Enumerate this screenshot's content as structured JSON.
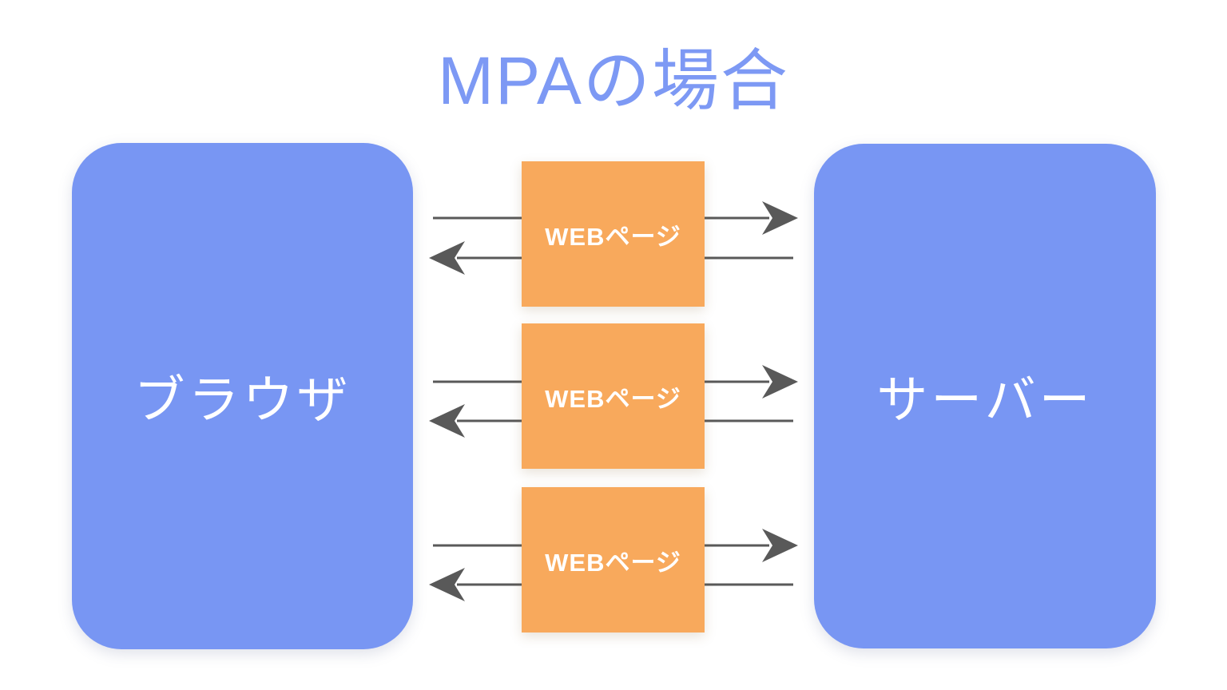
{
  "title": "MPAの場合",
  "nodes": {
    "browser": "ブラウザ",
    "server": "サーバー"
  },
  "exchanges": [
    {
      "label": "WEBページ",
      "request_arrow": "browser-to-server",
      "response_arrow": "server-to-browser"
    },
    {
      "label": "WEBページ",
      "request_arrow": "browser-to-server",
      "response_arrow": "server-to-browser"
    },
    {
      "label": "WEBページ",
      "request_arrow": "browser-to-server",
      "response_arrow": "server-to-browser"
    }
  ],
  "colors": {
    "title-blue": "#7d99f4",
    "node-blue": "#7896f3",
    "page-orange": "#f8a95c",
    "arrow-gray": "#595959",
    "label-white": "#ffffff",
    "background": "#ffffff"
  }
}
